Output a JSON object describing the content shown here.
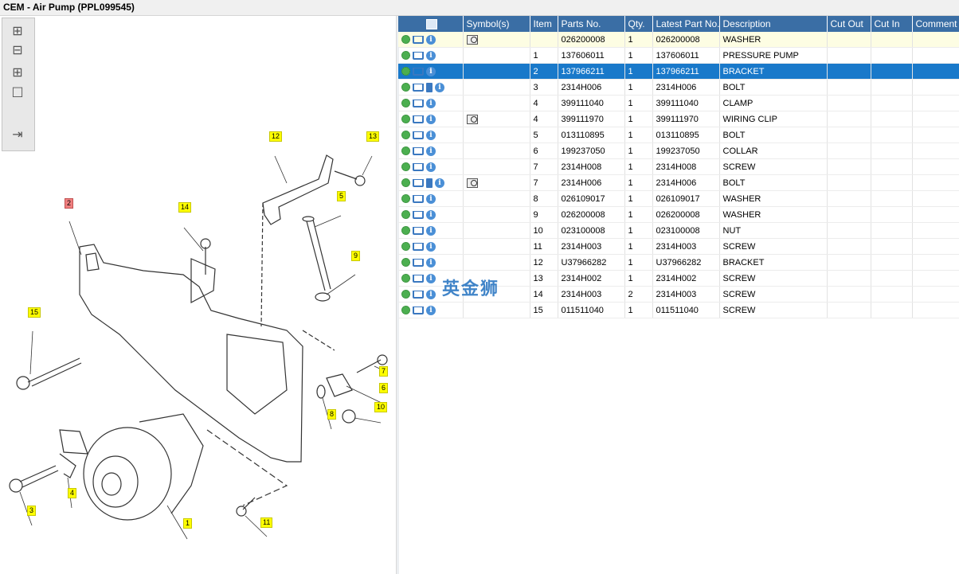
{
  "window": {
    "title": "CEM - Air Pump (PPL099545)"
  },
  "toolbar": {
    "zoom_in_glyph": "⊞",
    "zoom_out_glyph": "⊟",
    "fit_glyph": "⊞",
    "actual_glyph": "□",
    "export_glyph": "⇥"
  },
  "callouts": [
    "1",
    "2",
    "3",
    "4",
    "5",
    "6",
    "7",
    "8",
    "9",
    "10",
    "11",
    "12",
    "13",
    "14",
    "15"
  ],
  "columns": [
    "",
    "Symbol(s)",
    "Item",
    "Parts No.",
    "Qty.",
    "Latest Part No.",
    "Description",
    "Cut Out",
    "Cut In",
    "Comment"
  ],
  "rows": [
    {
      "item": "",
      "part": "026200008",
      "qty": "1",
      "latest": "026200008",
      "desc": "WASHER",
      "sym": "mag",
      "state": "hl",
      "extra": ""
    },
    {
      "item": "1",
      "part": "137606011",
      "qty": "1",
      "latest": "137606011",
      "desc": "PRESSURE PUMP",
      "sym": "",
      "state": "",
      "extra": ""
    },
    {
      "item": "2",
      "part": "137966211",
      "qty": "1",
      "latest": "137966211",
      "desc": "BRACKET",
      "sym": "",
      "state": "sel",
      "extra": ""
    },
    {
      "item": "3",
      "part": "2314H006",
      "qty": "1",
      "latest": "2314H006",
      "desc": "BOLT",
      "sym": "",
      "state": "",
      "extra": "doc"
    },
    {
      "item": "4",
      "part": "399111040",
      "qty": "1",
      "latest": "399111040",
      "desc": "CLAMP",
      "sym": "",
      "state": "",
      "extra": ""
    },
    {
      "item": "4",
      "part": "399111970",
      "qty": "1",
      "latest": "399111970",
      "desc": "WIRING CLIP",
      "sym": "mag",
      "state": "",
      "extra": ""
    },
    {
      "item": "5",
      "part": "013110895",
      "qty": "1",
      "latest": "013110895",
      "desc": "BOLT",
      "sym": "",
      "state": "",
      "extra": ""
    },
    {
      "item": "6",
      "part": "199237050",
      "qty": "1",
      "latest": "199237050",
      "desc": "COLLAR",
      "sym": "",
      "state": "",
      "extra": ""
    },
    {
      "item": "7",
      "part": "2314H008",
      "qty": "1",
      "latest": "2314H008",
      "desc": "SCREW",
      "sym": "",
      "state": "",
      "extra": ""
    },
    {
      "item": "7",
      "part": "2314H006",
      "qty": "1",
      "latest": "2314H006",
      "desc": "BOLT",
      "sym": "mag",
      "state": "",
      "extra": "doc"
    },
    {
      "item": "8",
      "part": "026109017",
      "qty": "1",
      "latest": "026109017",
      "desc": "WASHER",
      "sym": "",
      "state": "",
      "extra": ""
    },
    {
      "item": "9",
      "part": "026200008",
      "qty": "1",
      "latest": "026200008",
      "desc": "WASHER",
      "sym": "",
      "state": "",
      "extra": ""
    },
    {
      "item": "10",
      "part": "023100008",
      "qty": "1",
      "latest": "023100008",
      "desc": "NUT",
      "sym": "",
      "state": "",
      "extra": ""
    },
    {
      "item": "11",
      "part": "2314H003",
      "qty": "1",
      "latest": "2314H003",
      "desc": "SCREW",
      "sym": "",
      "state": "",
      "extra": ""
    },
    {
      "item": "12",
      "part": "U37966282",
      "qty": "1",
      "latest": "U37966282",
      "desc": "BRACKET",
      "sym": "",
      "state": "",
      "extra": ""
    },
    {
      "item": "13",
      "part": "2314H002",
      "qty": "1",
      "latest": "2314H002",
      "desc": "SCREW",
      "sym": "",
      "state": "",
      "extra": ""
    },
    {
      "item": "14",
      "part": "2314H003",
      "qty": "2",
      "latest": "2314H003",
      "desc": "SCREW",
      "sym": "",
      "state": "",
      "extra": ""
    },
    {
      "item": "15",
      "part": "011511040",
      "qty": "1",
      "latest": "011511040",
      "desc": "SCREW",
      "sym": "",
      "state": "",
      "extra": ""
    }
  ],
  "watermark": "英金狮"
}
